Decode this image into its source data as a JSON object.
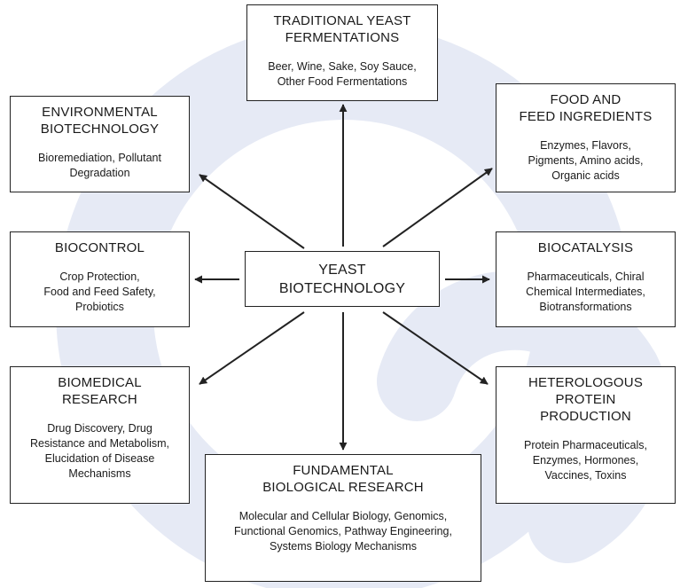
{
  "diagram": {
    "center": {
      "title": "YEAST\nBIOTECHNOLOGY"
    },
    "nodes": [
      {
        "id": "traditional",
        "title": "TRADITIONAL YEAST\nFERMENTATIONS",
        "description": "Beer, Wine, Sake, Soy Sauce,\nOther Food Fermentations"
      },
      {
        "id": "environmental",
        "title": "ENVIRONMENTAL\nBIOTECHNOLOGY",
        "description": "Bioremediation, Pollutant\nDegradation"
      },
      {
        "id": "food-feed",
        "title": "FOOD AND\nFEED INGREDIENTS",
        "description": "Enzymes, Flavors,\nPigments, Amino acids,\nOrganic acids"
      },
      {
        "id": "biocontrol",
        "title": "BIOCONTROL",
        "description": "Crop Protection,\nFood and Feed Safety,\nProbiotics"
      },
      {
        "id": "biocatalysis",
        "title": "BIOCATALYSIS",
        "description": "Pharmaceuticals, Chiral\nChemical Intermediates,\nBiotransformations"
      },
      {
        "id": "biomedical",
        "title": "BIOMEDICAL\nRESEARCH",
        "description": "Drug Discovery, Drug\nResistance and Metabolism,\nElucidation of Disease\nMechanisms"
      },
      {
        "id": "heterologous",
        "title": "HETEROLOGOUS\nPROTEIN\nPRODUCTION",
        "description": "Protein Pharmaceuticals,\nEnzymes, Hormones,\nVaccines, Toxins"
      },
      {
        "id": "fundamental",
        "title": "FUNDAMENTAL\nBIOLOGICAL RESEARCH",
        "description": "Molecular and Cellular Biology, Genomics,\nFunctional Genomics, Pathway Engineering,\nSystems Biology Mechanisms"
      }
    ],
    "colors": {
      "watermark": "#e6eaf5",
      "line": "#222222",
      "box_border": "#222222"
    }
  }
}
